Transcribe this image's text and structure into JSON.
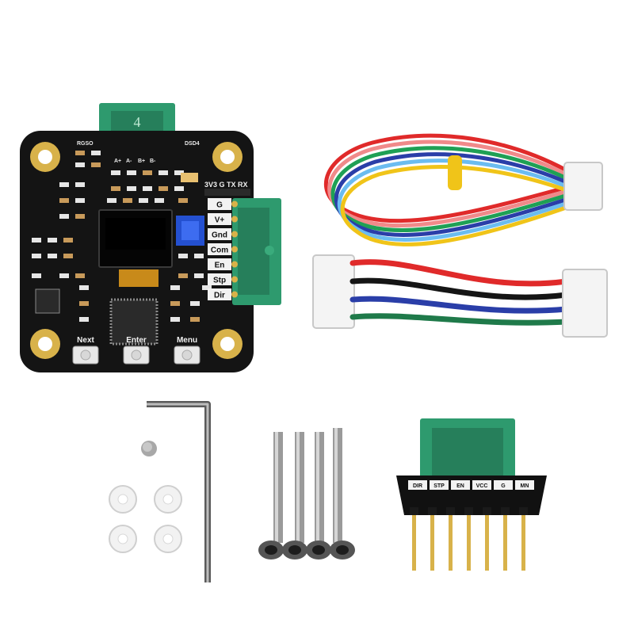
{
  "board": {
    "connector_number": "4",
    "motor_pins": [
      "A+",
      "A-",
      "B+",
      "B-"
    ],
    "top_left_label": "RGSO",
    "top_right_label": "DSD4",
    "serial_header_label": "3V3 G TX RX",
    "side_pins": [
      "G",
      "V+",
      "Gnd",
      "Com",
      "En",
      "Stp",
      "Dir"
    ],
    "buttons": [
      "Next",
      "Enter",
      "Menu"
    ]
  },
  "adapter": {
    "pin_labels": [
      "DIR",
      "STP",
      "EN",
      "VCC",
      "G",
      "MN"
    ]
  },
  "colors": {
    "pcb": "#141414",
    "connector_green": "#2e9a6e",
    "gold": "#d8b24a",
    "cable_red": "#e02a2a",
    "cable_blue": "#2a3ea8",
    "cable_green": "#1f7a4a",
    "cable_yellow": "#f0c419"
  }
}
